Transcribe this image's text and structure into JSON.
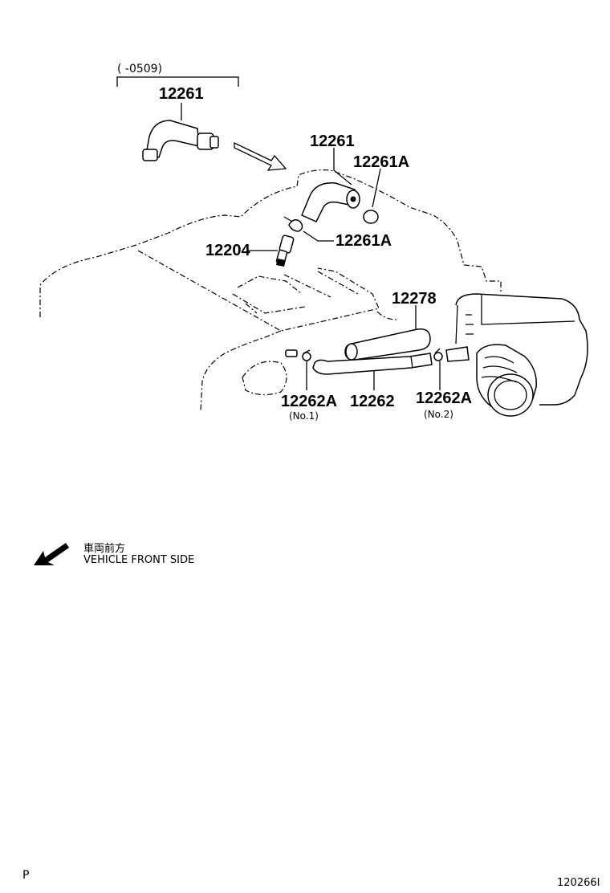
{
  "variant": {
    "range": "(     -0509)",
    "part_number": "12261"
  },
  "callouts": [
    {
      "id": "c1",
      "text": "12261"
    },
    {
      "id": "c2",
      "text": "12261A"
    },
    {
      "id": "c3",
      "text": "12261A"
    },
    {
      "id": "c4",
      "text": "12204"
    },
    {
      "id": "c5",
      "text": "12278"
    },
    {
      "id": "c6",
      "text": "12262A",
      "note": "(No.1)"
    },
    {
      "id": "c7",
      "text": "12262"
    },
    {
      "id": "c8",
      "text": "12262A",
      "note": "(No.2)"
    }
  ],
  "direction": {
    "jp": "車両前方",
    "en": "VEHICLE FRONT SIDE",
    "icon": "arrow-down-left-icon"
  },
  "footer": {
    "page_letter": "P",
    "figure_code": "120266I"
  }
}
